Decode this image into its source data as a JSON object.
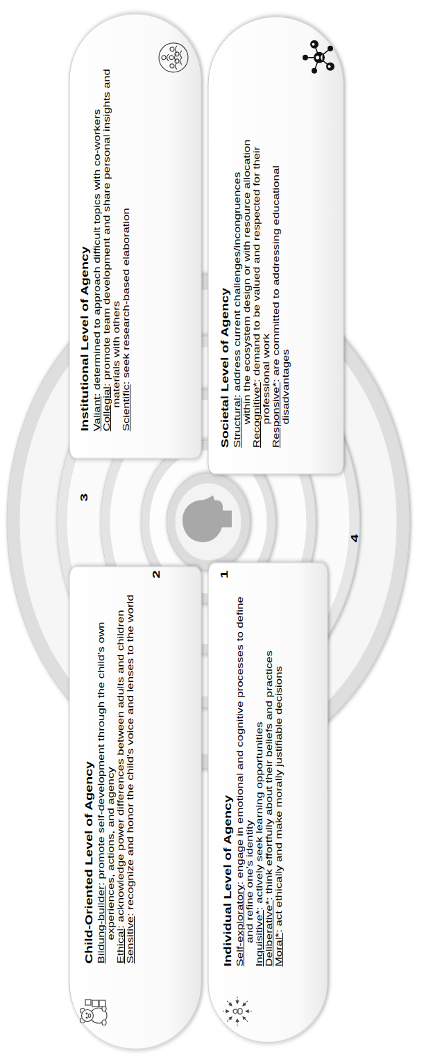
{
  "diagram": {
    "nodes": [
      {
        "text": [
          "Individual Level of Agency",
          "Self-exploratory: engage in emotional and cognitive processes to define and refine one's identity",
          "Inquisitive*: actively seek learning opportunities",
          "Deliberative*: think effortfully about their beliefs and practices",
          "Moral*: act ethically and make morally justifiable decisions"
        ]
      },
      {
        "text": [
          "Child-Oriented Level of Agency",
          "Bildung-builder: promote self-development through the child's own experiences, actions, and agency",
          "Ethical: acknowledge power differences between adults and children",
          "Sensitive: recognize and honor the child's voice and lenses to the world"
        ]
      },
      {
        "text": [
          "Institutional Level of Agency",
          "Valiant: determined to approach difficult topics with co-workers",
          "Collegial: promote team development and share personal insights and materials with others",
          "Scientific: seek research-based elaboration"
        ]
      },
      {
        "text": [
          "Societal Level of Agency",
          "Structural: address current challenges/incongruences within the ecosystem design or with resource allocation",
          "Recognitive*: demand to be valued and respected for their professional work",
          "Responsive*: are committed to addressing educational disadvantages"
        ]
      }
    ],
    "labels": [
      "1",
      "2",
      "3",
      "4"
    ]
  }
}
